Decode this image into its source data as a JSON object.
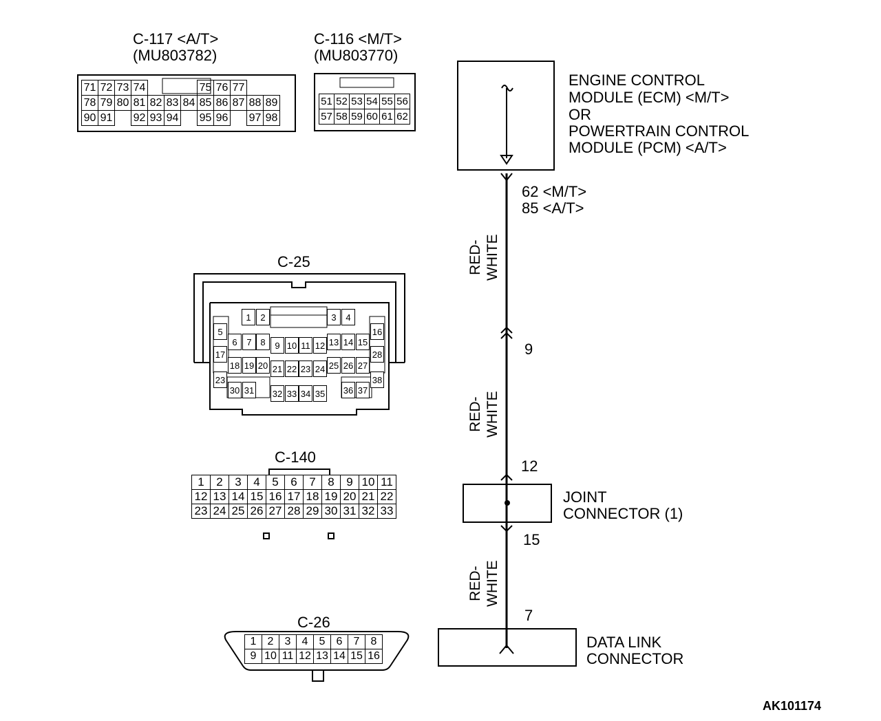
{
  "connectors": {
    "c117": {
      "title": "C-117 <A/T>",
      "part": "(MU803782)",
      "rows": [
        [
          "71",
          "72",
          "73",
          "74",
          "",
          "",
          "",
          "75",
          "76",
          "77"
        ],
        [
          "78",
          "79",
          "80",
          "81",
          "82",
          "83",
          "84",
          "85",
          "86",
          "87",
          "88",
          "89"
        ],
        [
          "90",
          "91",
          "",
          "92",
          "93",
          "94",
          "",
          "95",
          "96",
          "",
          "97",
          "98"
        ]
      ]
    },
    "c116": {
      "title": "C-116 <M/T>",
      "part": "(MU803770)",
      "rows": [
        [
          "51",
          "52",
          "53",
          "54",
          "55",
          "56"
        ],
        [
          "57",
          "58",
          "59",
          "60",
          "61",
          "62"
        ]
      ]
    },
    "c25": {
      "title": "C-25",
      "pins": [
        "1",
        "2",
        "3",
        "4",
        "5",
        "6",
        "7",
        "8",
        "9",
        "10",
        "11",
        "12",
        "13",
        "14",
        "15",
        "16",
        "17",
        "18",
        "19",
        "20",
        "21",
        "22",
        "23",
        "24",
        "25",
        "26",
        "27",
        "28",
        "23",
        "38",
        "30",
        "31",
        "32",
        "33",
        "34",
        "35",
        "36",
        "37"
      ]
    },
    "c140": {
      "title": "C-140",
      "rows": [
        [
          "1",
          "2",
          "3",
          "4",
          "5",
          "6",
          "7",
          "8",
          "9",
          "10",
          "11"
        ],
        [
          "12",
          "13",
          "14",
          "15",
          "16",
          "17",
          "18",
          "19",
          "20",
          "21",
          "22"
        ],
        [
          "23",
          "24",
          "25",
          "26",
          "27",
          "28",
          "29",
          "30",
          "31",
          "32",
          "33"
        ]
      ]
    },
    "c26": {
      "title": "C-26",
      "rows": [
        [
          "1",
          "2",
          "3",
          "4",
          "5",
          "6",
          "7",
          "8"
        ],
        [
          "9",
          "10",
          "11",
          "12",
          "13",
          "14",
          "15",
          "16"
        ]
      ]
    }
  },
  "components": {
    "ecm": {
      "line1": "ENGINE CONTROL",
      "line2": "MODULE (ECM) <M/T>",
      "line3": "OR",
      "line4": "POWERTRAIN CONTROL",
      "line5": "MODULE (PCM) <A/T>"
    },
    "joint": {
      "line1": "JOINT",
      "line2": "CONNECTOR (1)"
    },
    "dlc": {
      "line1": "DATA LINK",
      "line2": "CONNECTOR"
    }
  },
  "wiring": {
    "pin_ecm_mt": "62 <M/T>",
    "pin_ecm_at": "85 <A/T>",
    "pin_9": "9",
    "pin_12": "12",
    "pin_15": "15",
    "pin_7": "7",
    "wire_color_1a": "RED-",
    "wire_color_1b": "WHITE",
    "wire_color_2a": "RED-",
    "wire_color_2b": "WHITE",
    "wire_color_3a": "RED-",
    "wire_color_3b": "WHITE"
  },
  "figure_code": "AK101174"
}
